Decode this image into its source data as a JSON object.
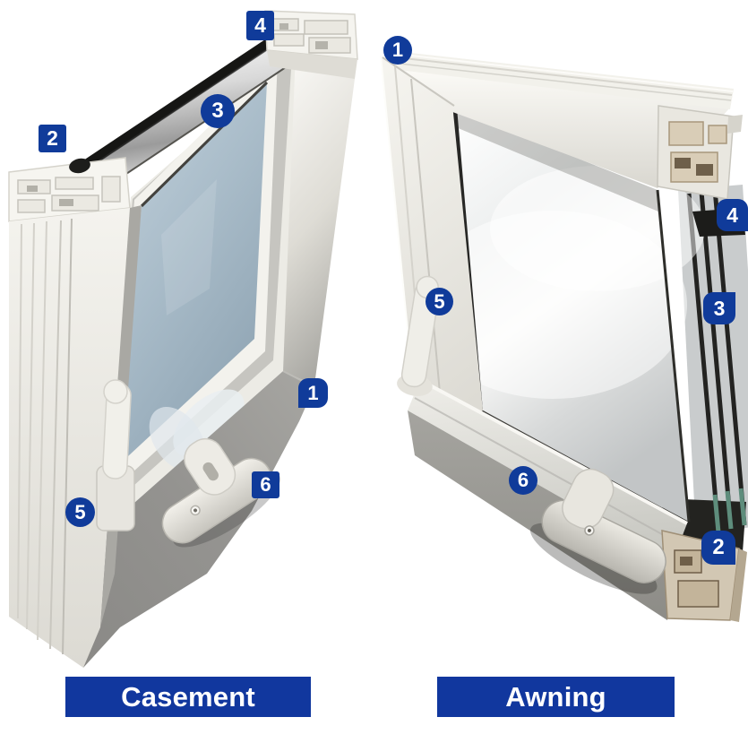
{
  "colors": {
    "badge_blue": "#103b9a",
    "bar_blue": "#11379e",
    "label_text": "#ffffff"
  },
  "panels": [
    {
      "id": "casement",
      "label": "Casement",
      "callouts": {
        "n1": "1",
        "n2": "2",
        "n3": "3",
        "n4": "4",
        "n5": "5",
        "n6": "6"
      }
    },
    {
      "id": "awning",
      "label": "Awning",
      "callouts": {
        "n1": "1",
        "n2": "2",
        "n3": "3",
        "n4": "4",
        "n5": "5",
        "n6": "6"
      }
    }
  ]
}
